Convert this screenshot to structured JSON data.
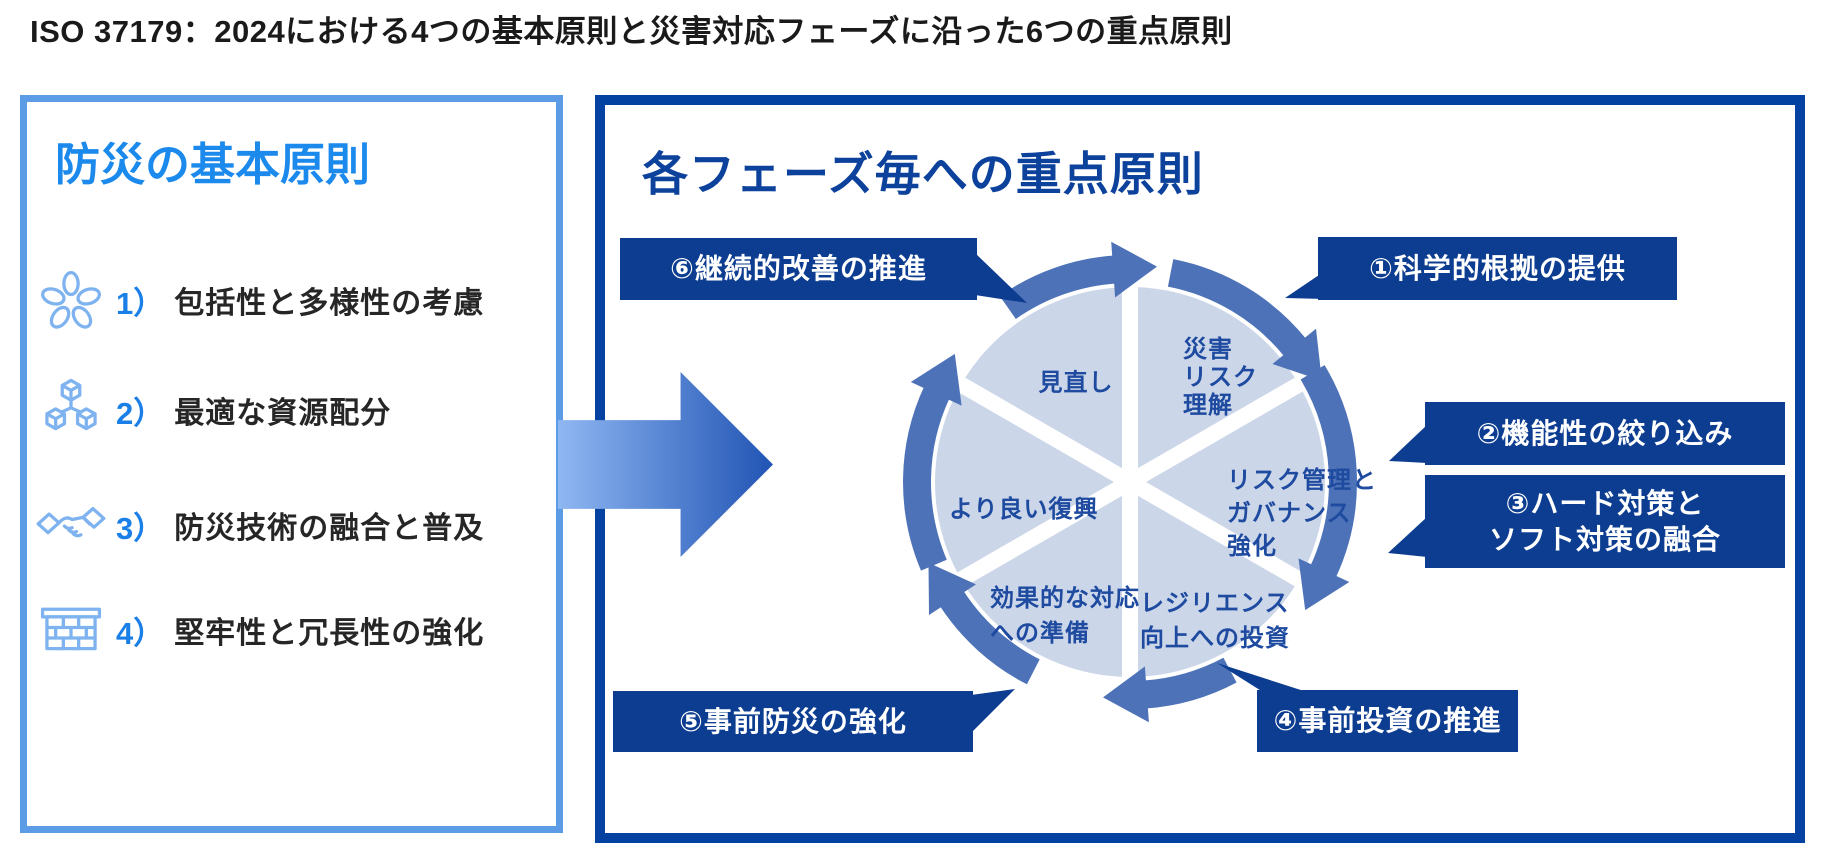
{
  "title": "ISO 37179：2024における4つの基本原則と災害対応フェーズに沿った6つの重点原則",
  "left_panel": {
    "heading": "防災の基本原則",
    "items": [
      {
        "num": "1）",
        "label": "包括性と多様性の考慮",
        "icon": "hands-together-icon"
      },
      {
        "num": "2）",
        "label": "最適な資源配分",
        "icon": "cubes-icon"
      },
      {
        "num": "3）",
        "label": "防災技術の融合と普及",
        "icon": "handshake-icon"
      },
      {
        "num": "4）",
        "label": "堅牢性と冗長性の強化",
        "icon": "brick-wall-icon"
      }
    ]
  },
  "right_panel": {
    "heading": "各フェーズ毎への重点原則",
    "cycle_segments": [
      {
        "label": "災害\nリスク\n理解"
      },
      {
        "label": "リスク管理と\nガバナンス\n強化"
      },
      {
        "label": "レジリエンス\n向上への投資"
      },
      {
        "label": "効果的な対応\nへの準備"
      },
      {
        "label": "より良い復興"
      },
      {
        "label": "見直し"
      }
    ],
    "callouts": [
      {
        "label": "①科学的根拠の提供"
      },
      {
        "label": "②機能性の絞り込み"
      },
      {
        "label": "③ハード対策と\nソフト対策の融合"
      },
      {
        "label": "④事前投資の推進"
      },
      {
        "label": "⑤事前防災の強化"
      },
      {
        "label": "⑥継続的改善の推進"
      }
    ]
  },
  "colors": {
    "panel-left-border": "#5C9CE6",
    "panel-right-border": "#0342A0",
    "left-heading": "#1B8AEC",
    "item-number": "#1B7FE8",
    "item-text": "#262626",
    "icon-stroke": "#7FB3F0",
    "right-heading": "#0C419C",
    "callout-bg": "#0D3D91",
    "callout-text": "#FFFFFF",
    "pie-fill": "#CCD6E9",
    "segment-text": "#1E4BA0",
    "arc-blue": "#4D72B8",
    "arrow-grad-start": "#8FB7F2",
    "arrow-grad-end": "#2154B4"
  }
}
